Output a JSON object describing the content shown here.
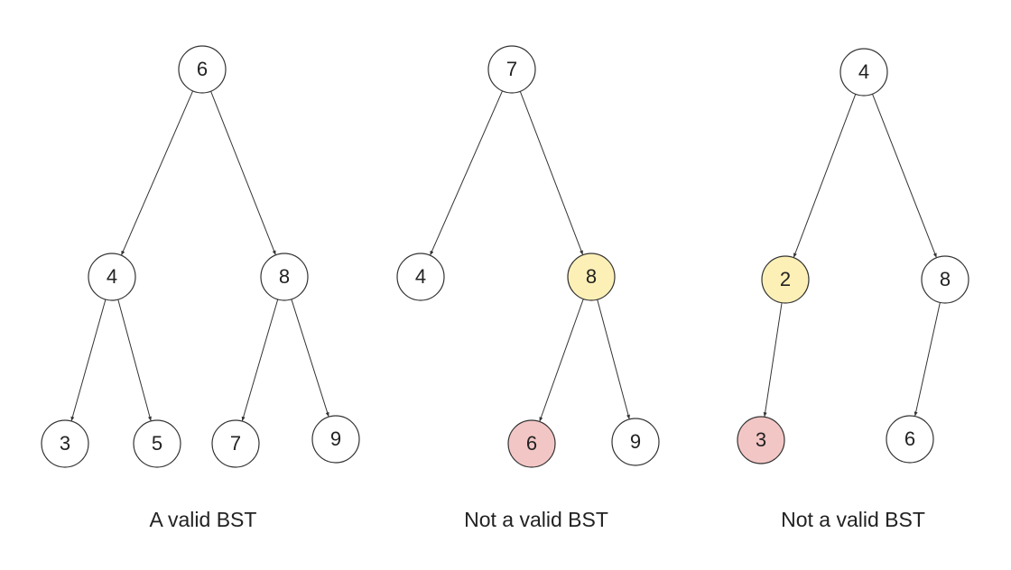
{
  "colors": {
    "default": "#ffffff",
    "highlight": "#fdf0b6",
    "violation": "#f3c6c6"
  },
  "trees": [
    {
      "caption": "A valid BST",
      "root": {
        "value": "6",
        "state": "default",
        "children": [
          {
            "value": "4",
            "state": "default",
            "children": [
              {
                "value": "3",
                "state": "default",
                "children": []
              },
              {
                "value": "5",
                "state": "default",
                "children": []
              }
            ]
          },
          {
            "value": "8",
            "state": "default",
            "children": [
              {
                "value": "7",
                "state": "default",
                "children": []
              },
              {
                "value": "9",
                "state": "default",
                "children": []
              }
            ]
          }
        ]
      }
    },
    {
      "caption": "Not a valid BST",
      "root": {
        "value": "7",
        "state": "default",
        "children": [
          {
            "value": "4",
            "state": "default",
            "children": []
          },
          {
            "value": "8",
            "state": "highlight",
            "children": [
              {
                "value": "6",
                "state": "violation",
                "children": []
              },
              {
                "value": "9",
                "state": "default",
                "children": []
              }
            ]
          }
        ]
      }
    },
    {
      "caption": "Not a valid BST",
      "root": {
        "value": "4",
        "state": "default",
        "children": [
          {
            "value": "2",
            "state": "highlight",
            "children": [
              {
                "value": "3",
                "state": "violation",
                "children": []
              }
            ]
          },
          {
            "value": "8",
            "state": "default",
            "children": [
              {
                "value": "6",
                "state": "default",
                "children": []
              }
            ]
          }
        ]
      }
    }
  ]
}
